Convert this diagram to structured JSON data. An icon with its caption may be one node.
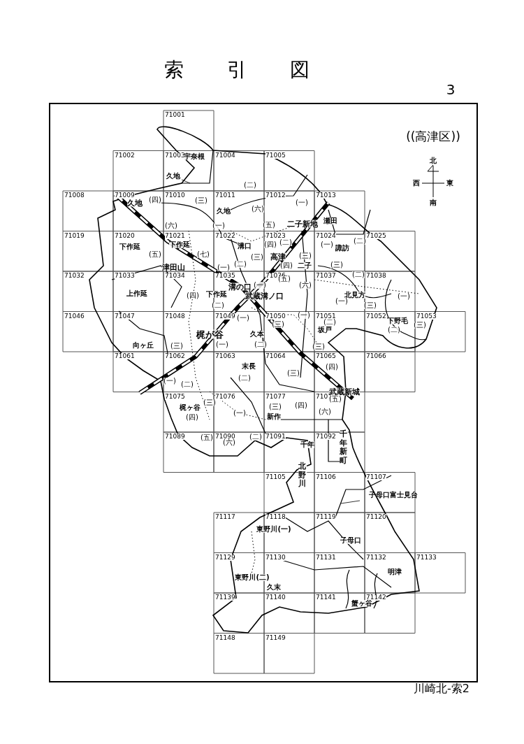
{
  "diagram": {
    "title": "索引図",
    "nodes": [
      {
        "text": [
          "久地"
        ]
      },
      {
        "text": [
          "子母口富士見台"
        ]
      }
    ],
    "edges": [
      {
        "from": 0,
        "to": null,
        "arrow": "none"
      },
      {
        "from": 1,
        "to": null,
        "arrow": "none"
      }
    ],
    "labels": [
      "3",
      "((高津区))",
      "北",
      "西",
      "東",
      "南",
      "71001",
      "71002",
      "71003",
      "71004",
      "71005",
      "71008",
      "71009",
      "71010",
      "71011",
      "71012",
      "71013",
      "71019",
      "71020",
      "71021",
      "71022",
      "71023",
      "71024",
      "71025",
      "71032",
      "71033",
      "71034",
      "71035",
      "71036",
      "71037",
      "71038",
      "71046",
      "71047",
      "71048",
      "71049",
      "71050",
      "71051",
      "71052",
      "71053",
      "71061",
      "71062",
      "71063",
      "71064",
      "71065",
      "71066",
      "71075",
      "71076",
      "71077",
      "71078",
      "71089",
      "71090",
      "71091",
      "71092",
      "71105",
      "71106",
      "71107",
      "71117",
      "71118",
      "71119",
      "71120",
      "71129",
      "71130",
      "71131",
      "71132",
      "71133",
      "71139",
      "71140",
      "71141",
      "71142",
      "71148",
      "71149",
      "宇奈根",
      "(二)",
      "久地",
      "(四)",
      "(三)",
      "(一)",
      "久地",
      "(六)",
      "(六)",
      "(一)",
      "(五)",
      "二子新地",
      "瀬田",
      "下作延",
      "下作延",
      "溝口",
      "(四)",
      "(二)",
      "(一)",
      "諏訪",
      "(二)",
      "(五)",
      "(七)",
      "(三)",
      "高津",
      "(三)",
      "津田山",
      "(一)",
      "(二)",
      "(四)",
      "二子",
      "(三)",
      "(五)",
      "(二)",
      "溝の口",
      "(一)",
      "(六)",
      "上作延",
      "(四)",
      "下作延",
      "武蔵溝ノ口",
      "北見方",
      "(一)",
      "(二)",
      "(一)",
      "(三)",
      "(一)",
      "(一)",
      "(三)",
      "(二)",
      "下野毛",
      "(三)",
      "坂戸",
      "(二)",
      "久本",
      "向ヶ丘",
      "(三)",
      "梶が谷",
      "(一)",
      "(二)",
      "(三)",
      "末長",
      "(四)",
      "(三)",
      "(一)",
      "(二)",
      "(二)",
      "武蔵新城",
      "梶ヶ谷",
      "(三)",
      "(三)",
      "(四)",
      "(五)",
      "(四)",
      "(一)",
      "新作",
      "(六)",
      "(五)",
      "(六)",
      "(二)",
      "千年",
      "千年新町",
      "北野川",
      "東野川(一)",
      "子母口",
      "明津",
      "東野川(二)",
      "久末",
      "蟹ヶ谷",
      "川崎北-索2"
    ]
  }
}
